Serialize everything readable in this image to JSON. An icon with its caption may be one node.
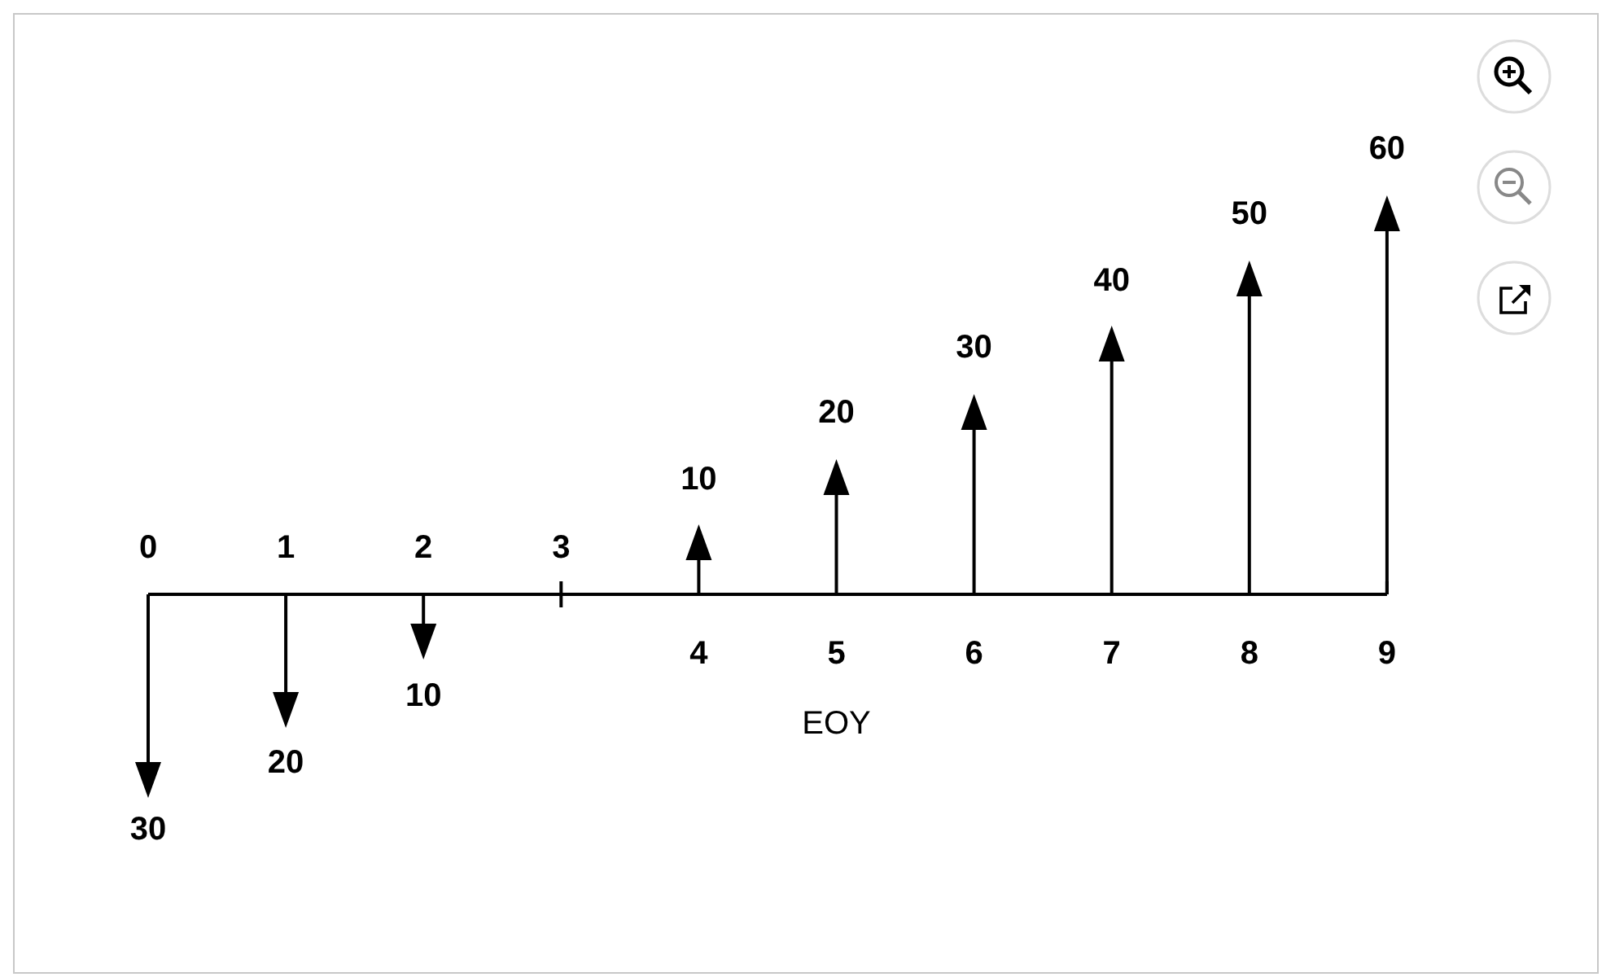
{
  "diagram": {
    "labels": [
      "60",
      "50",
      "40",
      "30",
      "20",
      "10",
      "0",
      "1",
      "2",
      "3",
      "4",
      "5",
      "6",
      "7",
      "8",
      "9",
      "10",
      "EOY",
      "20",
      "30"
    ]
  }
}
